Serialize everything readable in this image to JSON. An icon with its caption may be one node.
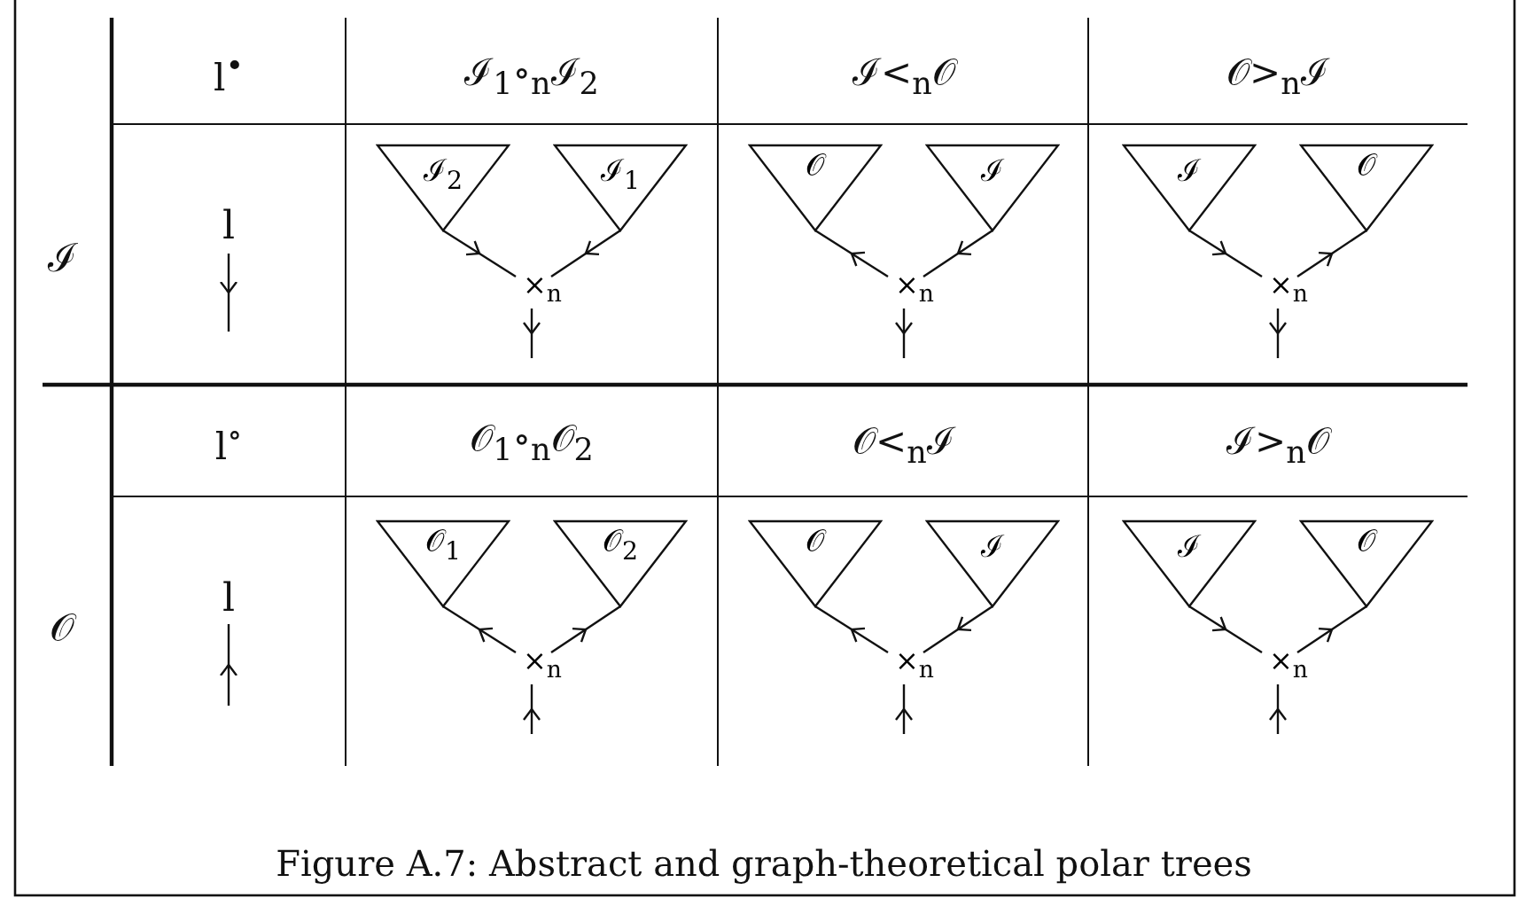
{
  "diagram": {
    "caption": "Figure A.7: Abstract and graph-theoretical polar trees",
    "nodes": [
      {
        "text": [
          "ℐ$_{2}$"
        ]
      },
      {
        "text": [
          "ℐ$_{1}$"
        ]
      },
      {
        "text": [
          "×$_{n}$"
        ]
      },
      {
        "text": [
          "𝒪"
        ]
      },
      {
        "text": [
          "ℐ"
        ]
      },
      {
        "text": [
          "×$_{n}$"
        ]
      },
      {
        "text": [
          "ℐ"
        ]
      },
      {
        "text": [
          "𝒪"
        ]
      },
      {
        "text": [
          "×$_{n}$"
        ]
      },
      {
        "text": [
          "𝒪$_{1}$"
        ]
      },
      {
        "text": [
          "𝒪$_{2}$"
        ]
      },
      {
        "text": [
          "×$_{n}$"
        ]
      },
      {
        "text": [
          "𝒪"
        ]
      },
      {
        "text": [
          "ℐ"
        ]
      },
      {
        "text": [
          "×$_{n}$"
        ]
      },
      {
        "text": [
          "ℐ"
        ]
      },
      {
        "text": [
          "𝒪"
        ]
      },
      {
        "text": [
          "×$_{n}$"
        ]
      }
    ],
    "edges": [
      {
        "from": 0,
        "to": 2,
        "arrow": "to"
      },
      {
        "from": 1,
        "to": 2,
        "arrow": "to"
      },
      {
        "from": 2,
        "to": null,
        "arrow": "to"
      },
      {
        "from": 5,
        "to": 3,
        "arrow": "to"
      },
      {
        "from": 4,
        "to": 5,
        "arrow": "to"
      },
      {
        "from": 5,
        "to": null,
        "arrow": "to"
      },
      {
        "from": 6,
        "to": 8,
        "arrow": "to"
      },
      {
        "from": 8,
        "to": 7,
        "arrow": "to"
      },
      {
        "from": 8,
        "to": null,
        "arrow": "to"
      },
      {
        "from": 11,
        "to": 9,
        "arrow": "to"
      },
      {
        "from": 11,
        "to": 10,
        "arrow": "to"
      },
      {
        "from": null,
        "to": 11,
        "arrow": "to"
      },
      {
        "from": 14,
        "to": 12,
        "arrow": "to"
      },
      {
        "from": 13,
        "to": 14,
        "arrow": "to"
      },
      {
        "from": null,
        "to": 14,
        "arrow": "to"
      },
      {
        "from": 15,
        "to": 17,
        "arrow": "to"
      },
      {
        "from": 17,
        "to": 16,
        "arrow": "to"
      },
      {
        "from": null,
        "to": 17,
        "arrow": "to"
      }
    ],
    "labels": [
      "ℐ",
      "l$^{•}$",
      "ℐ$_{1}$∘$_{n}$ℐ$_{2}$",
      "ℐ<$_{n}$𝒪",
      "𝒪>$_{n}$ℐ",
      "l",
      "𝒪",
      "l$^{∘}$",
      "𝒪$_{1}$∘$_{n}$𝒪$_{2}$",
      "𝒪<$_{n}$ℐ",
      "ℐ>$_{n}$𝒪",
      "l"
    ]
  }
}
